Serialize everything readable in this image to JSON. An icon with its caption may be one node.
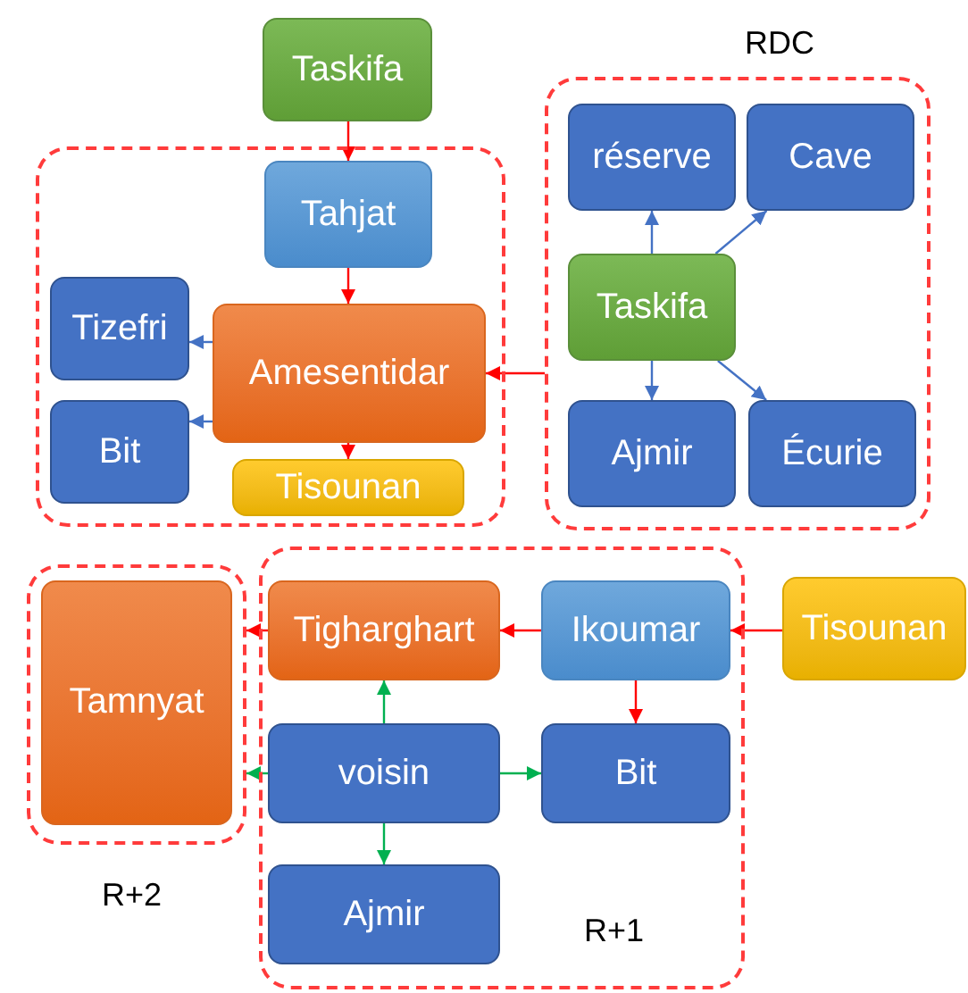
{
  "diagram": {
    "nodes": [
      {
        "text": [
          "Taskifa"
        ]
      },
      {
        "text": [],
        "shape": "box"
      },
      {
        "text": [
          "Tahjat"
        ],
        "in": 1
      },
      {
        "text": [
          "Tizefri"
        ],
        "in": 1
      },
      {
        "text": [
          "Amesentidar"
        ],
        "in": 1
      },
      {
        "text": [
          "Bit"
        ],
        "in": 1
      },
      {
        "text": [
          "Tisounan"
        ],
        "in": 1
      },
      {
        "text": [
          "RDC"
        ]
      },
      {
        "text": [
          "réserve"
        ],
        "in": 7
      },
      {
        "text": [
          "Cave"
        ],
        "in": 7
      },
      {
        "text": [
          "Taskifa"
        ],
        "in": 7
      },
      {
        "text": [
          "Ajmir"
        ],
        "in": 7
      },
      {
        "text": [
          "Écurie"
        ],
        "in": 7
      },
      {
        "text": [
          "R+2"
        ]
      },
      {
        "text": [
          "Tamnyat"
        ],
        "in": 13
      },
      {
        "text": [
          "R+1"
        ]
      },
      {
        "text": [
          "Tigharghart"
        ],
        "in": 15
      },
      {
        "text": [
          "Ikoumar"
        ],
        "in": 15
      },
      {
        "text": [
          "Tisounan"
        ]
      },
      {
        "text": [
          "voisin"
        ],
        "in": 15
      },
      {
        "text": [
          "Bit"
        ],
        "in": 15
      },
      {
        "text": [
          "Ajmir"
        ],
        "in": 15
      }
    ],
    "edges": [
      {
        "from": 0,
        "to": 2,
        "arrow": "to"
      },
      {
        "from": 2,
        "to": 4,
        "arrow": "to"
      },
      {
        "from": 4,
        "to": 6,
        "arrow": "to"
      },
      {
        "from": 4,
        "to": 3,
        "arrow": "to",
        "color": "#4472c4"
      },
      {
        "from": 4,
        "to": 5,
        "arrow": "to",
        "color": "#4472c4"
      },
      {
        "from": 7,
        "to": 4,
        "arrow": "to"
      },
      {
        "from": 10,
        "to": 8,
        "arrow": "to",
        "color": "#4472c4"
      },
      {
        "from": 10,
        "to": 9,
        "arrow": "to",
        "color": "#4472c4"
      },
      {
        "from": 10,
        "to": 11,
        "arrow": "to",
        "color": "#4472c4"
      },
      {
        "from": 10,
        "to": 12,
        "arrow": "to",
        "color": "#4472c4"
      },
      {
        "from": 18,
        "to": 17,
        "arrow": "to"
      },
      {
        "from": 17,
        "to": 16,
        "arrow": "to"
      },
      {
        "from": 17,
        "to": 20,
        "arrow": "to"
      },
      {
        "from": 16,
        "to": 13,
        "arrow": "to"
      },
      {
        "from": 19,
        "to": 16,
        "arrow": "to",
        "color": "#00b050"
      },
      {
        "from": 19,
        "to": 13,
        "arrow": "to",
        "color": "#00b050"
      },
      {
        "from": 19,
        "to": 20,
        "arrow": "to",
        "color": "#00b050"
      },
      {
        "from": 19,
        "to": 21,
        "arrow": "to",
        "color": "#00b050"
      }
    ]
  }
}
